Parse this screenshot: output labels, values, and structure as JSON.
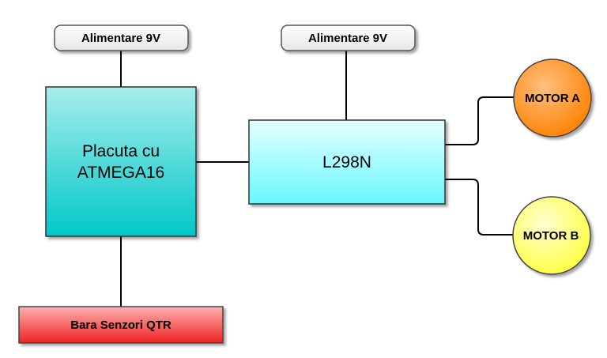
{
  "diagram": {
    "power_left": {
      "label": "Alimentare 9V"
    },
    "power_right": {
      "label": "Alimentare 9V"
    },
    "board": {
      "line1": "Placuta cu",
      "line2": "ATMEGA16"
    },
    "driver": {
      "label": "L298N"
    },
    "motor_a": {
      "label": "MOTOR A"
    },
    "motor_b": {
      "label": "MOTOR B"
    },
    "sensor_bar": {
      "label": "Bara Senzori QTR"
    }
  },
  "colors": {
    "board_top": "#a8ecec",
    "board_bottom": "#00c8c8",
    "driver_top": "#e6ffff",
    "driver_bottom": "#66f8ff",
    "motor_a": "#ff8c1a",
    "motor_b": "#ffff66",
    "sensor_top": "#ffb0b0",
    "sensor_bottom": "#ee2222",
    "power_fill": "#f2f2f2"
  }
}
